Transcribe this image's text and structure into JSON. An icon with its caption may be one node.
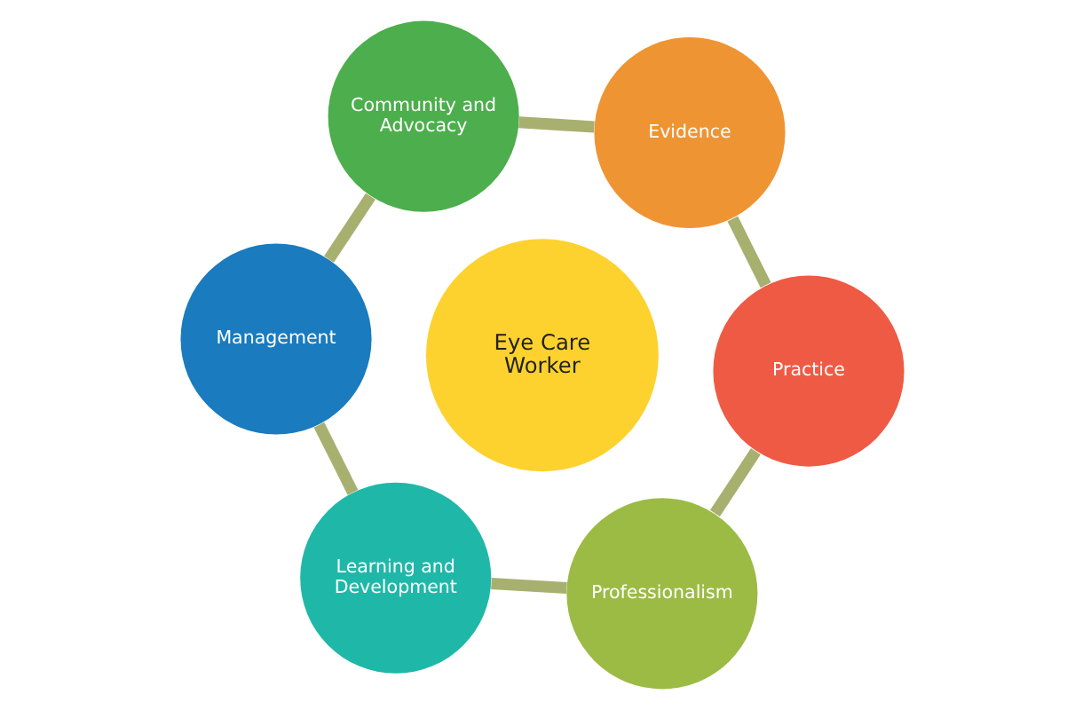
{
  "diagram": {
    "nodes": [
      {
        "text": [
          "Practice"
        ]
      },
      {
        "text": [
          "Evidence"
        ]
      },
      {
        "text": [
          "Professionalism"
        ]
      },
      {
        "text": [
          "Eye Care Worker"
        ]
      },
      {
        "text": [
          "Community and Advocacy"
        ]
      },
      {
        "text": [
          "Learning and Development"
        ]
      },
      {
        "text": [
          "Management"
        ]
      }
    ],
    "edges": [
      {
        "from": 0,
        "to": 2,
        "arrow": "none"
      },
      {
        "from": 2,
        "to": 5,
        "arrow": "none"
      },
      {
        "from": 5,
        "to": 6,
        "arrow": "none"
      },
      {
        "from": 6,
        "to": 4,
        "arrow": "none"
      },
      {
        "from": 4,
        "to": 1,
        "arrow": "none"
      },
      {
        "from": 1,
        "to": 0,
        "arrow": "none"
      }
    ]
  }
}
